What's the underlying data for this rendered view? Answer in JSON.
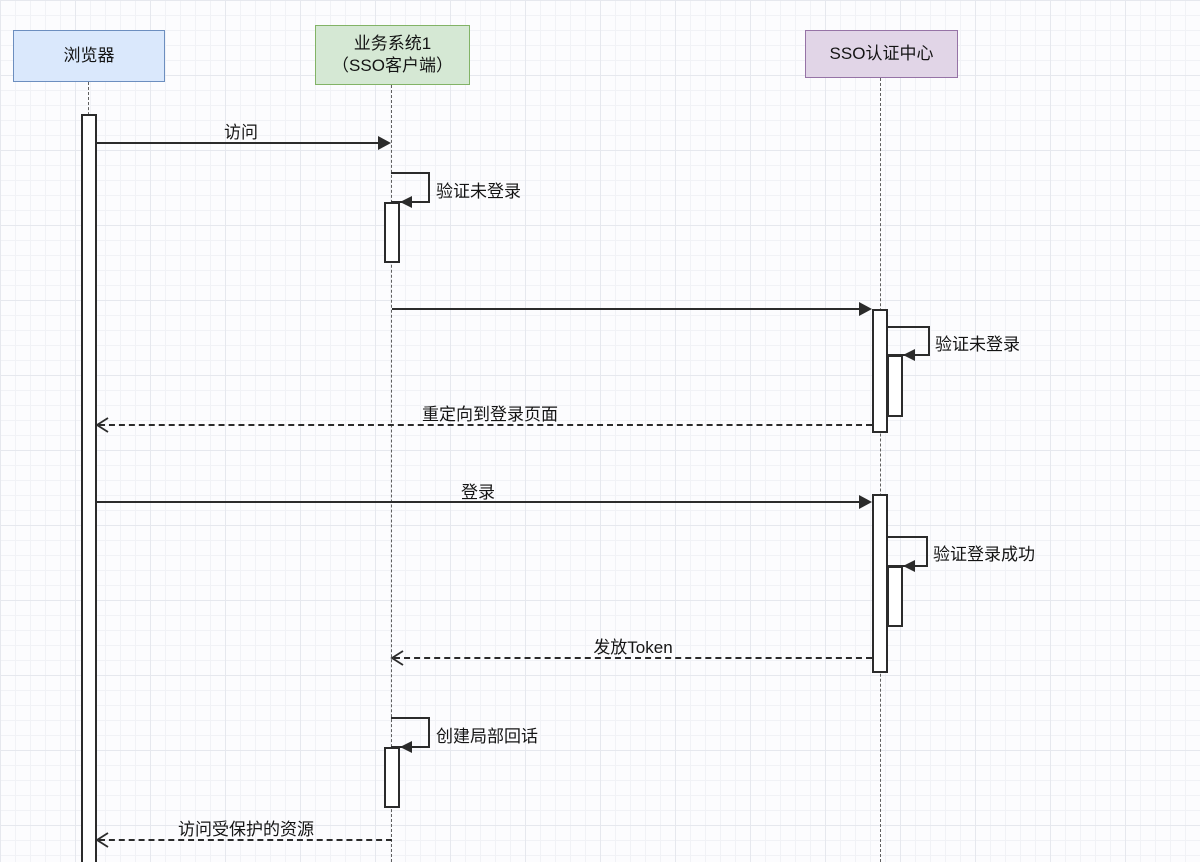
{
  "actors": [
    {
      "id": "browser",
      "line1": "浏览器",
      "line2": ""
    },
    {
      "id": "sso-client",
      "line1": "业务系统1",
      "line2": "（SSO客户端）"
    },
    {
      "id": "sso-center",
      "line1": "SSO认证中心",
      "line2": ""
    }
  ],
  "messages": [
    {
      "id": "visit",
      "label": "访问",
      "type": "solid",
      "from": "browser",
      "to": "sso-client"
    },
    {
      "id": "verify-not-logged-client",
      "label": "验证未登录",
      "type": "self",
      "from": "sso-client",
      "to": "sso-client"
    },
    {
      "id": "forward-to-sso",
      "label": "",
      "type": "solid",
      "from": "sso-client",
      "to": "sso-center"
    },
    {
      "id": "verify-not-logged-sso",
      "label": "验证未登录",
      "type": "self",
      "from": "sso-center",
      "to": "sso-center"
    },
    {
      "id": "redirect-to-login",
      "label": "重定向到登录页面",
      "type": "dashed",
      "from": "sso-center",
      "to": "browser"
    },
    {
      "id": "login",
      "label": "登录",
      "type": "solid",
      "from": "browser",
      "to": "sso-center"
    },
    {
      "id": "verify-login-success",
      "label": "验证登录成功",
      "type": "self",
      "from": "sso-center",
      "to": "sso-center"
    },
    {
      "id": "issue-token",
      "label": "发放Token",
      "type": "dashed",
      "from": "sso-center",
      "to": "sso-client"
    },
    {
      "id": "create-local-session",
      "label": "创建局部回话",
      "type": "self",
      "from": "sso-client",
      "to": "sso-client"
    },
    {
      "id": "access-protected-resource",
      "label": "访问受保护的资源",
      "type": "dashed",
      "from": "sso-client",
      "to": "browser"
    }
  ],
  "colors": {
    "actor_browser_fill": "#dae8fc",
    "actor_browser_stroke": "#6c8ebf",
    "actor_client_fill": "#d5e8d4",
    "actor_client_stroke": "#82b366",
    "actor_sso_fill": "#e1d5e7",
    "actor_sso_stroke": "#9673a6",
    "line_color": "#2b2b2b",
    "background": "#fcfcfe",
    "grid_line": "#e6e8ee"
  }
}
